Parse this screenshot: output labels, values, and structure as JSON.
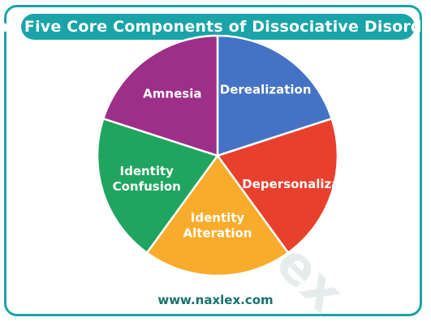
{
  "title": "The Five Core Components of Dissociative Disorders",
  "watermark_text": "naxlex",
  "footer_url": "www.naxlex.com",
  "colors": {
    "brand_teal": "#1aa4a8",
    "footer_text": "#17736f"
  },
  "segments": [
    {
      "label_lines": [
        "Derealization"
      ],
      "color": "#4472c4"
    },
    {
      "label_lines": [
        "Depersonalization"
      ],
      "color": "#e8402d"
    },
    {
      "label_lines": [
        "Identity",
        "Alteration"
      ],
      "color": "#f9ac2b"
    },
    {
      "label_lines": [
        "Identity",
        "Confusion"
      ],
      "color": "#1fa55f"
    },
    {
      "label_lines": [
        "Amnesia"
      ],
      "color": "#9e2f89"
    }
  ]
}
